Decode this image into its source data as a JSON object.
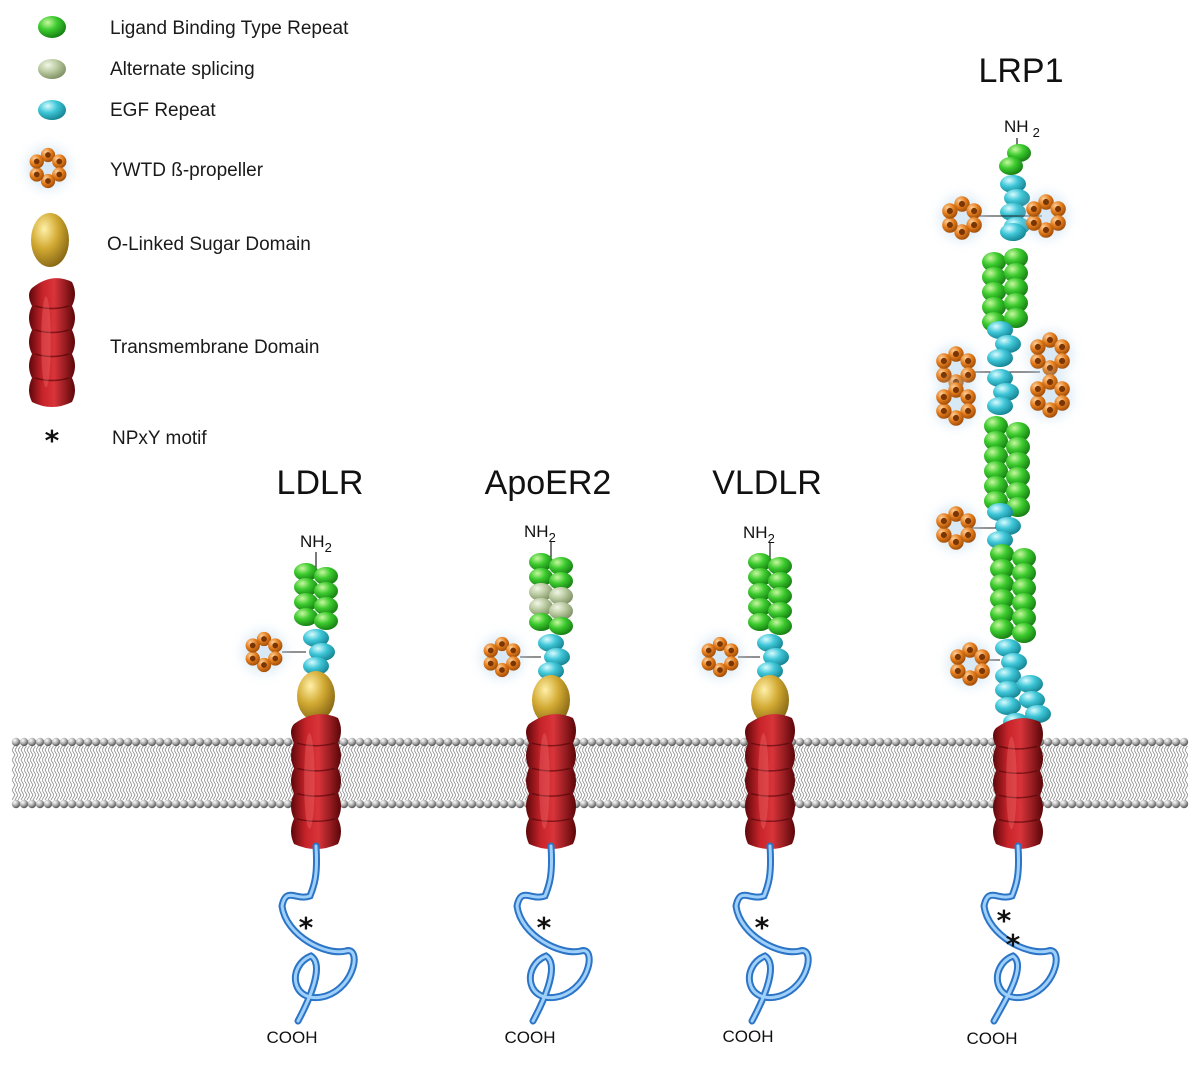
{
  "legend": [
    {
      "key": "ligand",
      "label": "Ligand Binding Type Repeat"
    },
    {
      "key": "alt",
      "label": "Alternate splicing"
    },
    {
      "key": "egf",
      "label": "EGF Repeat"
    },
    {
      "key": "propeller",
      "label": "YWTD ß-propeller"
    },
    {
      "key": "sugar",
      "label": "O-Linked Sugar Domain"
    },
    {
      "key": "tm",
      "label": "Transmembrane Domain"
    },
    {
      "key": "npxy",
      "label": "NPxY motif"
    }
  ],
  "colors": {
    "ligand": "#2fb82a",
    "alt": "#b7c79c",
    "egf": "#3cc4d6",
    "propeller": "#e07a1a",
    "sugar": "#c9a22e",
    "tm": "#a8141a",
    "tail": "#5aaae6"
  },
  "symbols": {
    "n_term": "NH",
    "n_term_sub": "2",
    "c_term": "COOH",
    "motif": "*"
  },
  "receptors": [
    {
      "name": "LDLR",
      "ligand_repeats": 7,
      "alt_spliced_repeats": 0,
      "propellers": 1,
      "sugar_domain": true,
      "npxy_motifs": 1
    },
    {
      "name": "ApoER2",
      "ligand_repeats": 7,
      "alt_spliced_repeats": 3,
      "propellers": 1,
      "sugar_domain": true,
      "npxy_motifs": 1
    },
    {
      "name": "VLDLR",
      "ligand_repeats": 8,
      "alt_spliced_repeats": 0,
      "propellers": 1,
      "sugar_domain": true,
      "npxy_motifs": 1
    },
    {
      "name": "LRP1",
      "ligand_repeats": 31,
      "alt_spliced_repeats": 0,
      "propellers": 8,
      "sugar_domain": false,
      "npxy_motifs": 2
    }
  ]
}
